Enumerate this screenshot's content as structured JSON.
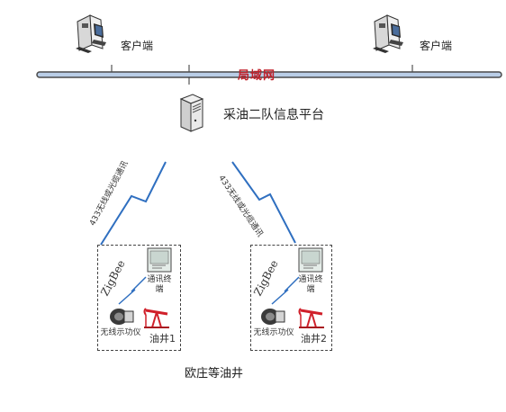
{
  "network": {
    "lan_label": "局域网"
  },
  "clients": [
    {
      "label": "客户端",
      "icon": "desktop-computer-icon"
    },
    {
      "label": "客户端",
      "icon": "desktop-computer-icon"
    }
  ],
  "platform": {
    "label": "采油二队信息平台",
    "icon": "server-icon"
  },
  "links": [
    {
      "label": "433无线或光缆通讯",
      "icon": "lightning-link-icon"
    },
    {
      "label": "433无线或光缆通讯",
      "icon": "lightning-link-icon"
    }
  ],
  "sites": [
    {
      "zigbee_label": "ZigBee",
      "terminal_label": "通讯终端",
      "dynamometer_label": "无线示功仪",
      "well_label": "油井1",
      "icons": [
        "terminal-device-icon",
        "dynamometer-icon",
        "pumpjack-icon"
      ]
    },
    {
      "zigbee_label": "ZigBee",
      "terminal_label": "通讯终端",
      "dynamometer_label": "无线示功仪",
      "well_label": "油井2",
      "icons": [
        "terminal-device-icon",
        "dynamometer-icon",
        "pumpjack-icon"
      ]
    }
  ],
  "area_label": "欧庄等油井",
  "colors": {
    "lan_bar": "#b9cde6",
    "lan_border": "#4a4a4a",
    "lan_text": "#c0202a",
    "lightning": "#2f6fc0",
    "pumpjack": "#d0202a"
  }
}
